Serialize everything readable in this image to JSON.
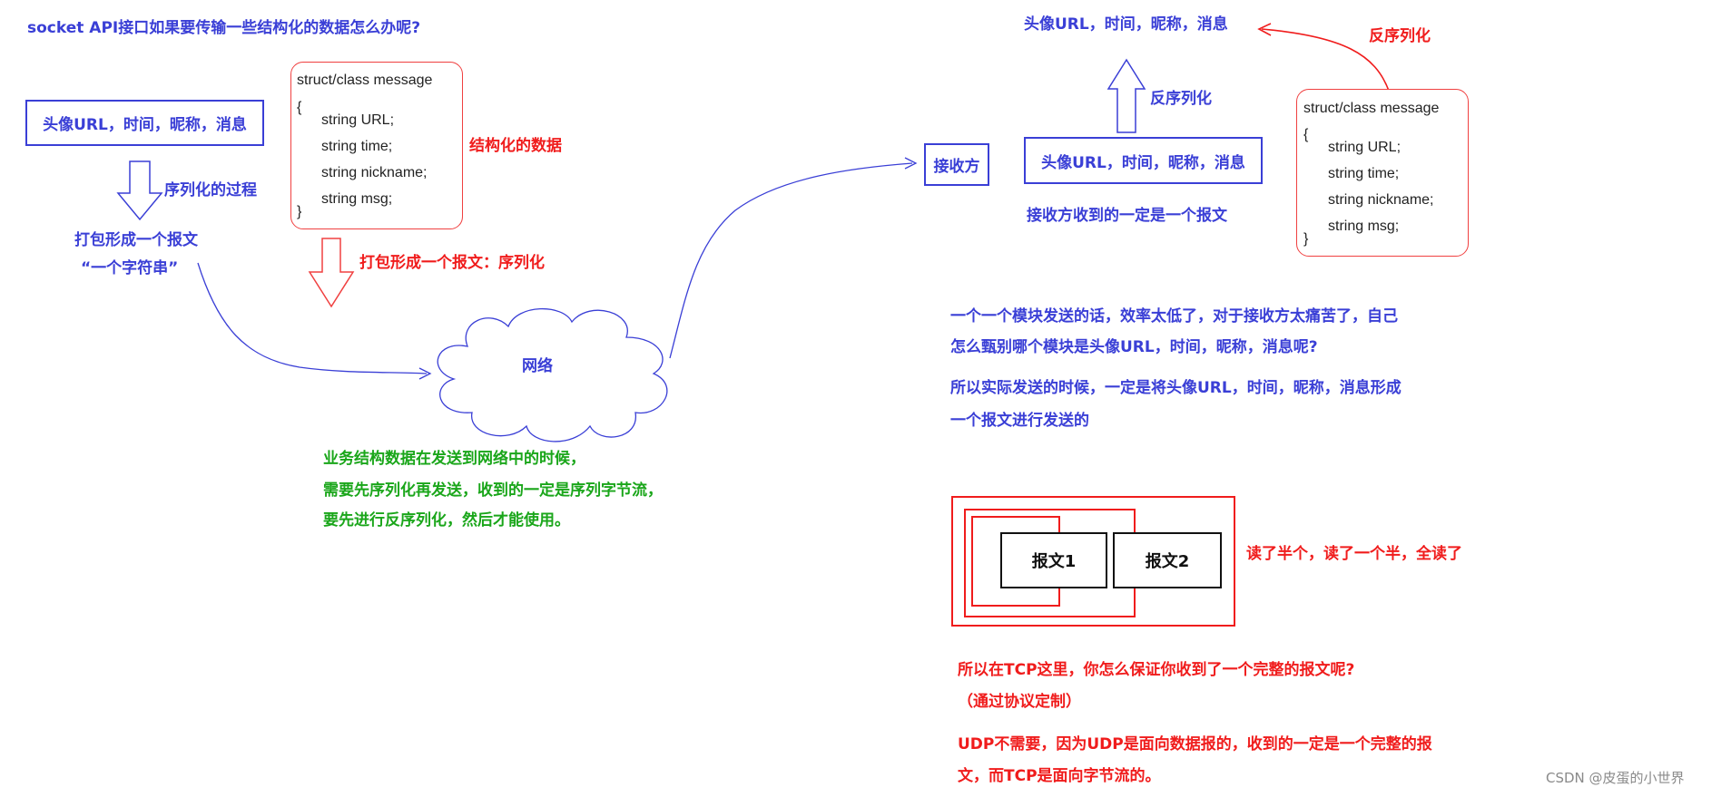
{
  "heading": "socket API接口如果要传输一些结构化的数据怎么办呢?",
  "left": {
    "fields_box": "头像URL，时间，昵称，消息",
    "serialize_process": "序列化的过程",
    "pack_line1": "打包形成一个报文",
    "pack_line2": "“一个字符串”"
  },
  "struct_left": {
    "title": "struct/class message",
    "open": "{",
    "lines": [
      "string URL;",
      "string time;",
      "string nickname;",
      "string msg;"
    ],
    "close": "}"
  },
  "structured_data": "结构化的数据",
  "pack_serialize": "打包形成一个报文：序列化",
  "network": "网络",
  "green_note": [
    "业务结构数据在发送到网络中的时候，",
    "需要先序列化再发送，收到的一定是序列字节流，",
    "要先进行反序列化，然后才能使用。"
  ],
  "receiver": "接收方",
  "right": {
    "top_fields": "头像URL，时间，昵称，消息",
    "deserialize_red": "反序列化",
    "deserialize_blue": "反序列化",
    "fields_box": "头像URL，时间，昵称，消息",
    "receiver_note": "接收方收到的一定是一个报文"
  },
  "struct_right": {
    "title": "struct/class message",
    "open": "{",
    "lines": [
      "string URL;",
      "string time;",
      "string nickname;",
      "string msg;"
    ],
    "close": "}"
  },
  "blue_paragraph": [
    "一个一个模块发送的话，效率太低了，对于接收方太痛苦了，自己",
    "怎么甄别哪个模块是头像URL，时间，昵称，消息呢?",
    "所以实际发送的时候，一定是将头像URL，时间，昵称，消息形成",
    "一个报文进行发送的"
  ],
  "packets": [
    "报文1",
    "报文2"
  ],
  "read_note": "读了半个，读了一个半，全读了",
  "tcp_question": "所以在TCP这里，你怎么保证你收到了一个完整的报文呢?",
  "protocol_note": "（通过协议定制）",
  "udp_note": [
    "UDP不需要，因为UDP是面向数据报的，收到的一定是一个完整的报",
    "文，而TCP是面向字节流的。"
  ],
  "watermark": "CSDN @皮蛋的小世界",
  "colors": {
    "blue": "#3a3fd6",
    "red": "#f01c1c",
    "green": "#1aa61a"
  }
}
